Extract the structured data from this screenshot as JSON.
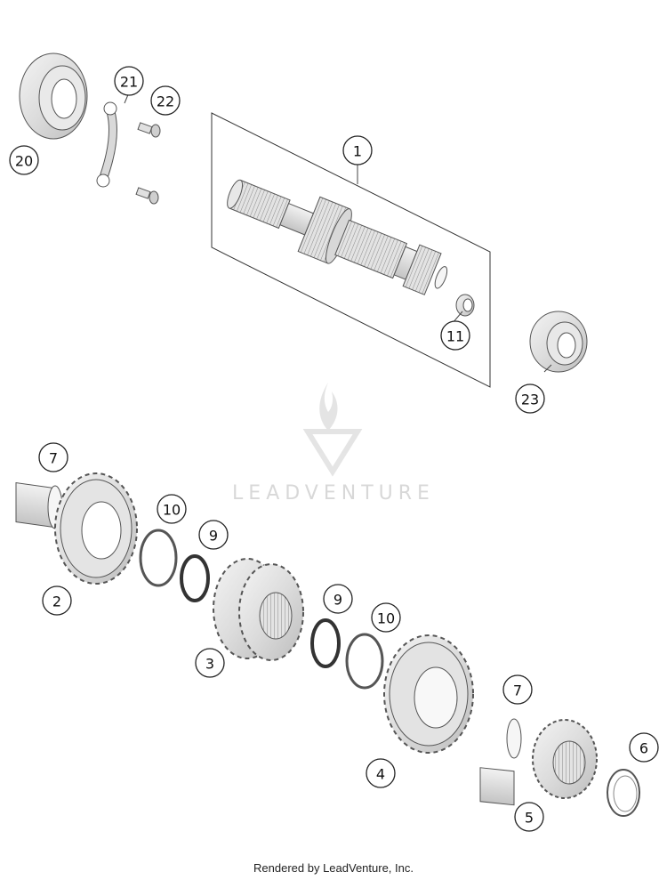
{
  "watermark": {
    "brand": "LEADVENTURE"
  },
  "footer": {
    "text": "Rendered by LeadVenture, Inc."
  },
  "callouts": [
    {
      "label": "1"
    },
    {
      "label": "2"
    },
    {
      "label": "3"
    },
    {
      "label": "4"
    },
    {
      "label": "5"
    },
    {
      "label": "6"
    },
    {
      "label": "7"
    },
    {
      "label": "7"
    },
    {
      "label": "9"
    },
    {
      "label": "9"
    },
    {
      "label": "10"
    },
    {
      "label": "10"
    },
    {
      "label": "11"
    },
    {
      "label": "20"
    },
    {
      "label": "21"
    },
    {
      "label": "22"
    },
    {
      "label": "23"
    }
  ]
}
